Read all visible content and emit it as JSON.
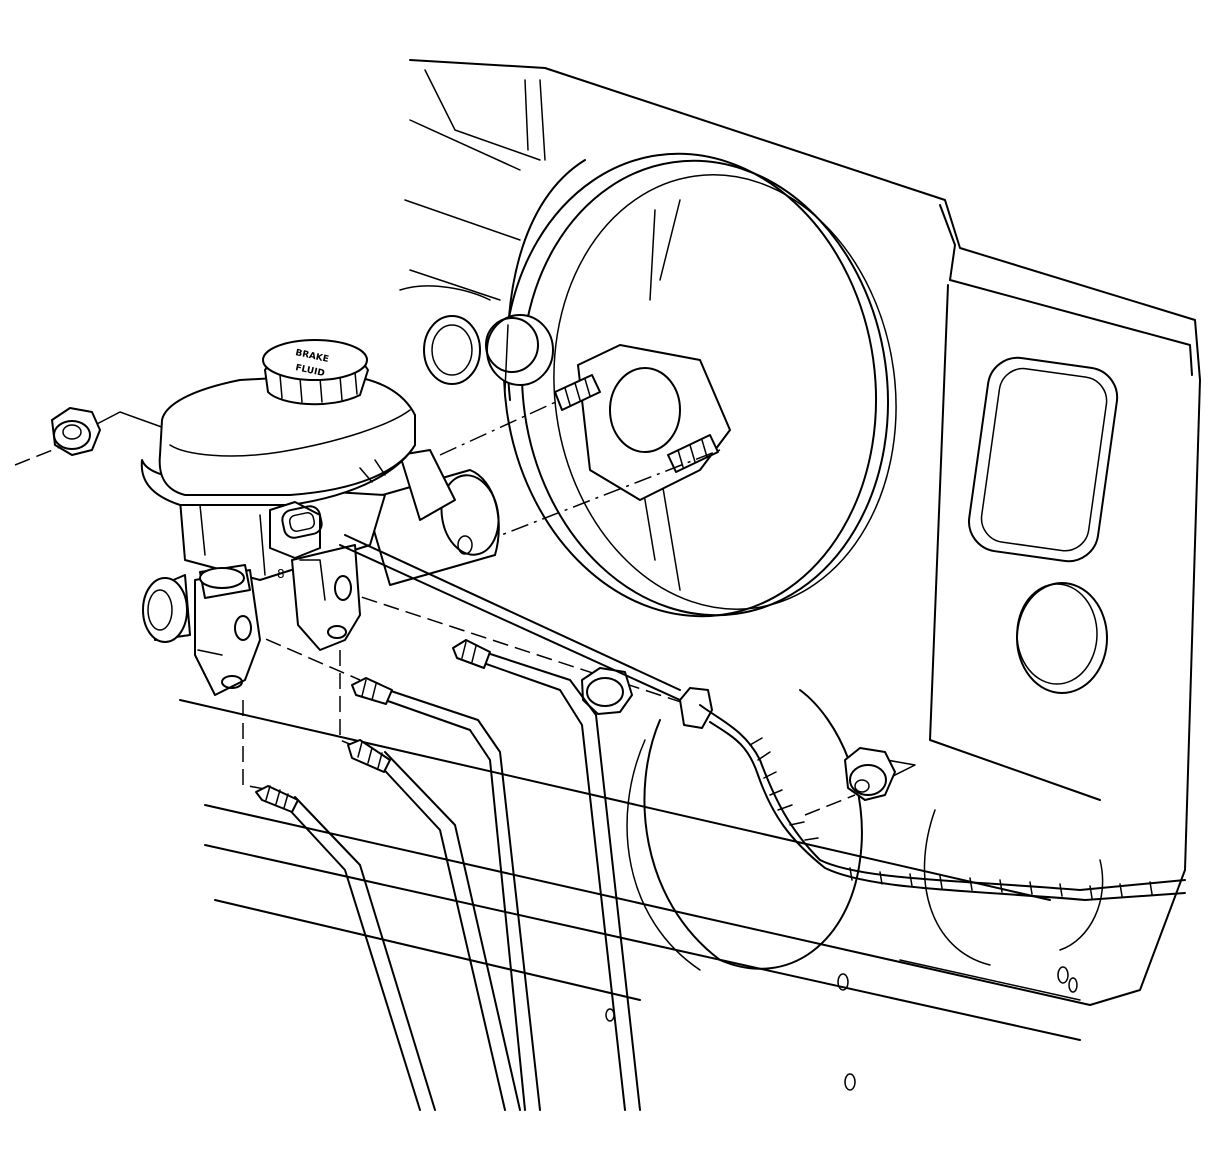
{
  "labels": {
    "cap_line1": "BRAKE",
    "cap_line2": "FLUID",
    "port_mark": "8"
  },
  "colors": {
    "line": "#000000",
    "background": "#ffffff"
  }
}
